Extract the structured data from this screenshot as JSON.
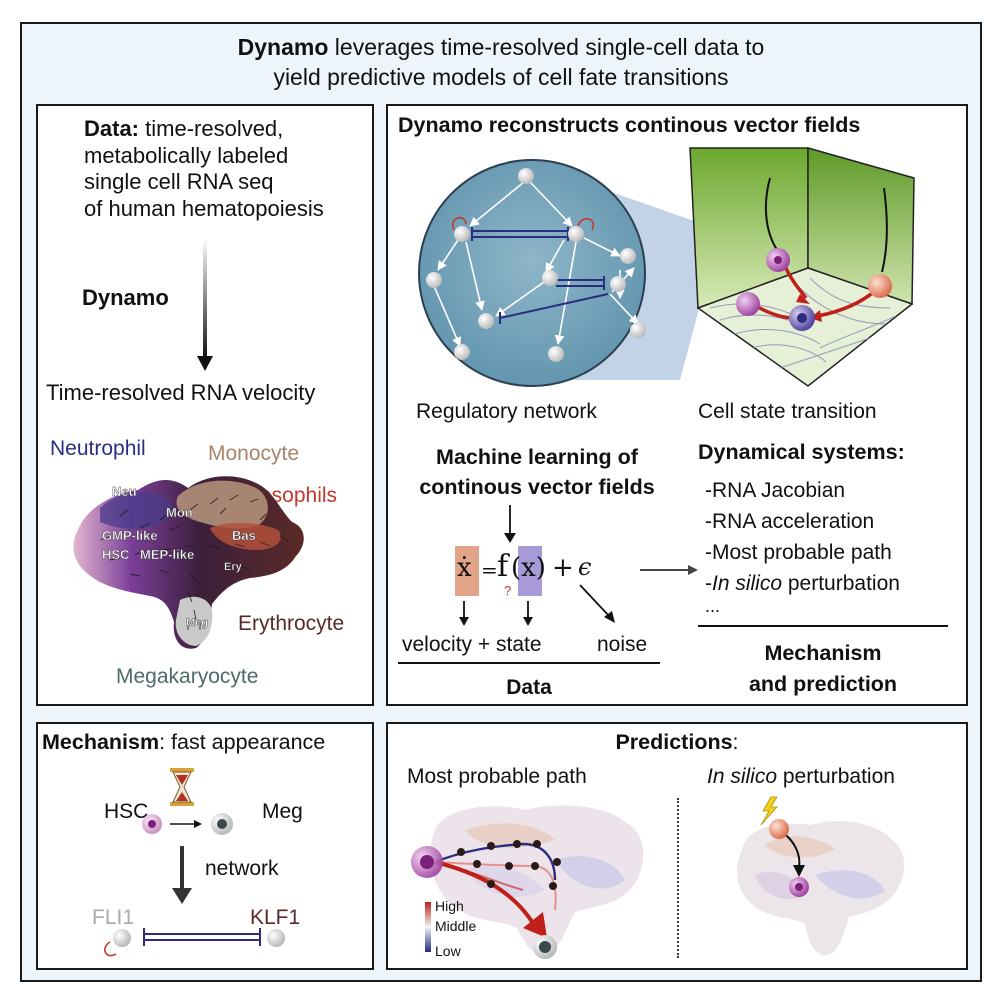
{
  "header": {
    "title_bold": "Dynamo",
    "title_rest": " leverages time-resolved single-cell data to",
    "title_line2": "yield predictive models of cell fate transitions"
  },
  "data_panel": {
    "data_bold": "Data:",
    "data_rest": " time-resolved,",
    "line2": "metabolically labeled",
    "line3": "single cell RNA seq",
    "line4": "of human hematopoiesis",
    "dynamo": "Dynamo",
    "velocity": "Time-resolved RNA velocity",
    "lineages": {
      "neutrophil": "Neutrophil",
      "monocyte": "Monocyte",
      "basophils": "Basophils",
      "erythrocyte": "Erythrocyte",
      "megakaryocyte": "Megakaryocyte"
    },
    "cell_labels": {
      "neu": "Neu",
      "mon": "Mon",
      "gmp": "GMP-like",
      "bas": "Bas",
      "hsc": "HSC",
      "mep": "MEP-like",
      "ery": "Ery",
      "meg": "Meg"
    },
    "colors": {
      "neutrophil": "#2b2d80",
      "monocyte": "#a98468",
      "basophils": "#c0392b",
      "erythrocyte": "#5a2a2a",
      "megakaryocyte": "#4d6b6b"
    }
  },
  "vector_panel": {
    "title": "Dynamo reconstructs continous vector fields",
    "regulatory_network": "Regulatory network",
    "cell_state_transition": "Cell state transition",
    "ml_line1": "Machine learning of",
    "ml_line2": "continous vector fields",
    "eq_x": "ẋ",
    "eq_eq": "=",
    "eq_f": "f",
    "eq_x2": "(x)",
    "eq_q": "?",
    "eq_plus": "+",
    "eq_eps": "ϵ",
    "labels": {
      "velocity": "velocity",
      "plus": "+",
      "state": "state",
      "noise": "noise",
      "data": "Data"
    },
    "dynamical": {
      "title": "Dynamical systems:",
      "items": [
        "-RNA Jacobian",
        "-RNA acceleration",
        "-Most probable path"
      ],
      "perturb_prefix": "-",
      "perturb_italic": "In silico",
      "perturb_rest": " perturbation",
      "ellipsis": "...",
      "mech1": "Mechanism",
      "mech2": "and prediction"
    }
  },
  "mechanism_panel": {
    "title_bold": "Mechanism",
    "title_rest": ": fast appearance",
    "hsc": "HSC",
    "meg": "Meg",
    "network": "network",
    "fli1": "FLI1",
    "klf1": "KLF1"
  },
  "predictions_panel": {
    "title_bold": "Predictions",
    "title_rest": ":",
    "most_probable_path": "Most probable path",
    "perturb_italic": "In silico",
    "perturb_rest": " perturbation",
    "legend": {
      "high": "High",
      "middle": "Middle",
      "low": "Low"
    }
  }
}
